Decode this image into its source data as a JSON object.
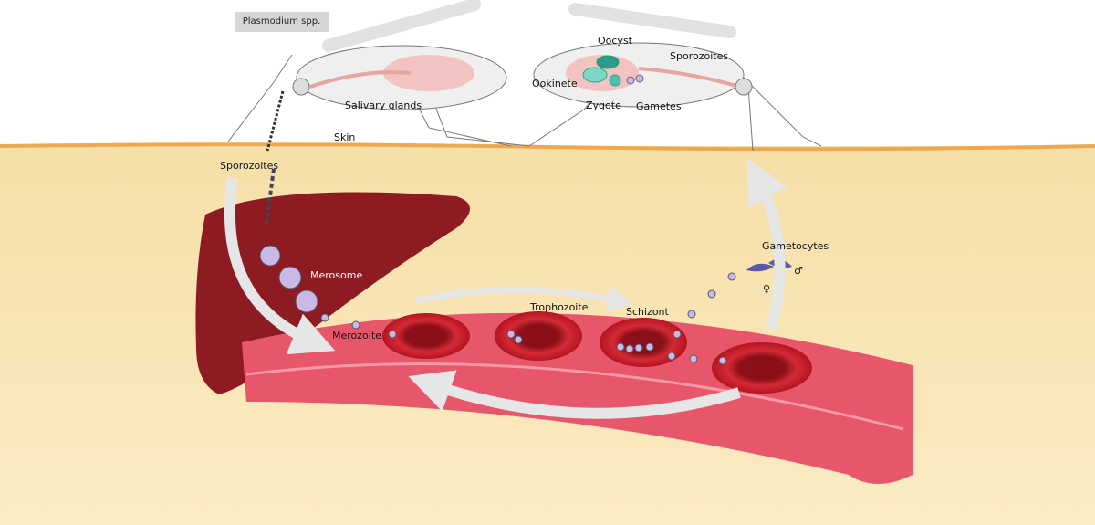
{
  "title_tag": "Plasmodium spp.",
  "labels": {
    "salivary_glands": "Salivary glands",
    "skin": "Skin",
    "sporozoites_skin": "Sporozoites",
    "oocyst": "Oocyst",
    "sporozoites_mosquito": "Sporozoites",
    "ookinete": "Ookinete",
    "zygote": "Zygote",
    "gametes": "Gametes",
    "merosome": "Merosome",
    "merozoite": "Merozoite",
    "trophozoite": "Trophozoite",
    "schizont": "Schizont",
    "gametocytes": "Gametocytes",
    "female_symbol": "♀",
    "male_symbol": "♂"
  },
  "colors": {
    "skin_line": "#f0a850",
    "tissue": "#f9e4b2",
    "liver": "#8e1a22",
    "vessel": "#e8566b",
    "rbc": "#c8202c",
    "parasite": "#c9b8e8",
    "gametocyte": "#5a5aa8",
    "arrow": "#e6e6e6"
  }
}
